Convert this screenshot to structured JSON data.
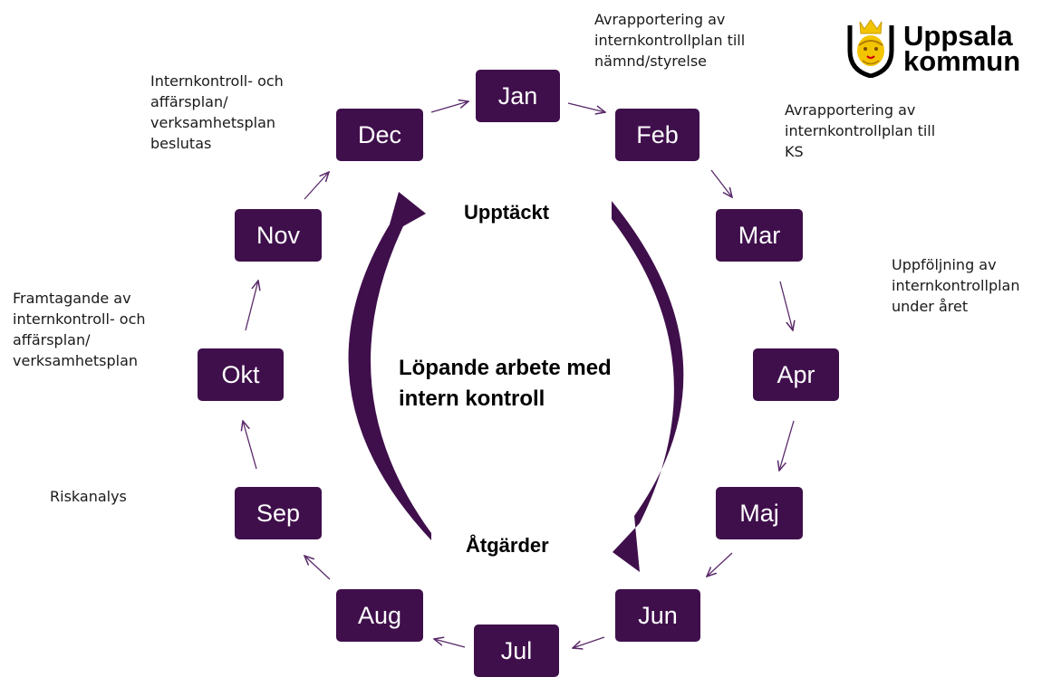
{
  "colors": {
    "box": "#3f0f4b",
    "arrow": "#5a2a6a",
    "cycle": "#3f0f4b"
  },
  "logo": {
    "line1": "Uppsala",
    "line2": "kommun",
    "icon": "lion-shield-logo"
  },
  "center": {
    "title": "Löpande arbete med\nintern kontroll"
  },
  "phases": {
    "top": "Upptäckt",
    "bottom": "Åtgärder"
  },
  "months": [
    "Jan",
    "Feb",
    "Mar",
    "Apr",
    "Maj",
    "Jun",
    "Jul",
    "Aug",
    "Sep",
    "Okt",
    "Nov",
    "Dec"
  ],
  "notes": {
    "jan_feb": "Avrapportering av\ninternkontrollplan till\nnämnd/styrelse",
    "feb_mar": "Avrapportering av\ninternkontrollplan till\nKS",
    "mar_apr": "Uppföljning av\ninternkontrollplan\nunder året",
    "sep": "Riskanalys",
    "okt": "Framtagande av\ninternkontroll- och\naffärsplan/\nverksamhetsplan",
    "dec": "Internkontroll- och\naffärsplan/\nverksamhetsplan\nbeslutas"
  }
}
